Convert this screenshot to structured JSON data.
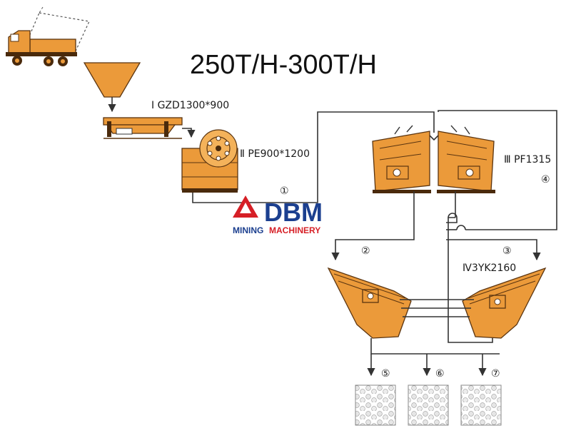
{
  "title": "250T/H-300T/H",
  "labels": {
    "feeder": "Ⅰ GZD1300*900",
    "jaw": "Ⅱ PE900*1200",
    "impact": "Ⅲ PF1315",
    "screen": "Ⅳ3YK2160"
  },
  "markers": [
    "①",
    "②",
    "③",
    "④",
    "⑤",
    "⑥",
    "⑦"
  ],
  "logo": {
    "brand": "DBM",
    "tagline": "MINING MACHINERY"
  },
  "colors": {
    "equipment": "#eb9a3a",
    "outline": "#5a3410",
    "logo_red": "#d61f26",
    "logo_blue": "#1b3f8f",
    "pipe": "#333333"
  }
}
